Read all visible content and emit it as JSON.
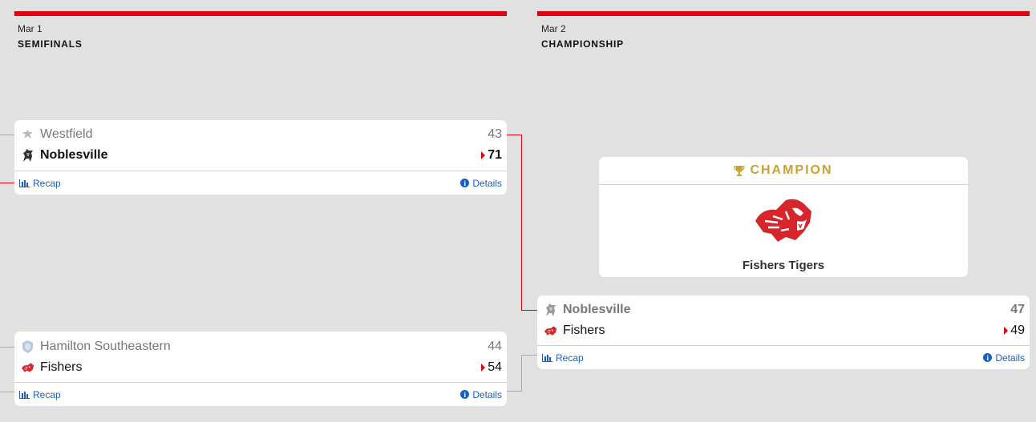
{
  "rounds": [
    {
      "date": "Mar 1",
      "title": "SEMIFINALS"
    },
    {
      "date": "Mar 2",
      "title": "CHAMPIONSHIP"
    }
  ],
  "colors": {
    "accent": "#e0000f",
    "link": "#1d5fbf",
    "champion_gold": "#c8a233"
  },
  "games": [
    {
      "teams": [
        {
          "name": "Westfield",
          "score": "43",
          "icon": "westfield-logo",
          "winner": false
        },
        {
          "name": "Noblesville",
          "score": "71",
          "icon": "noblesville-logo",
          "winner": true
        }
      ],
      "recap_label": "Recap",
      "details_label": "Details"
    },
    {
      "teams": [
        {
          "name": "Hamilton Southeastern",
          "score": "44",
          "icon": "hamilton-southeastern-logo",
          "winner": false
        },
        {
          "name": "Fishers",
          "score": "54",
          "icon": "fishers-logo",
          "winner": true
        }
      ],
      "recap_label": "Recap",
      "details_label": "Details"
    },
    {
      "teams": [
        {
          "name": "Noblesville",
          "score": "47",
          "icon": "noblesville-logo",
          "winner": false
        },
        {
          "name": "Fishers",
          "score": "49",
          "icon": "fishers-logo",
          "winner": true
        }
      ],
      "recap_label": "Recap",
      "details_label": "Details"
    }
  ],
  "champion": {
    "label": "CHAMPION",
    "team": "Fishers Tigers",
    "icon": "tiger-logo"
  }
}
